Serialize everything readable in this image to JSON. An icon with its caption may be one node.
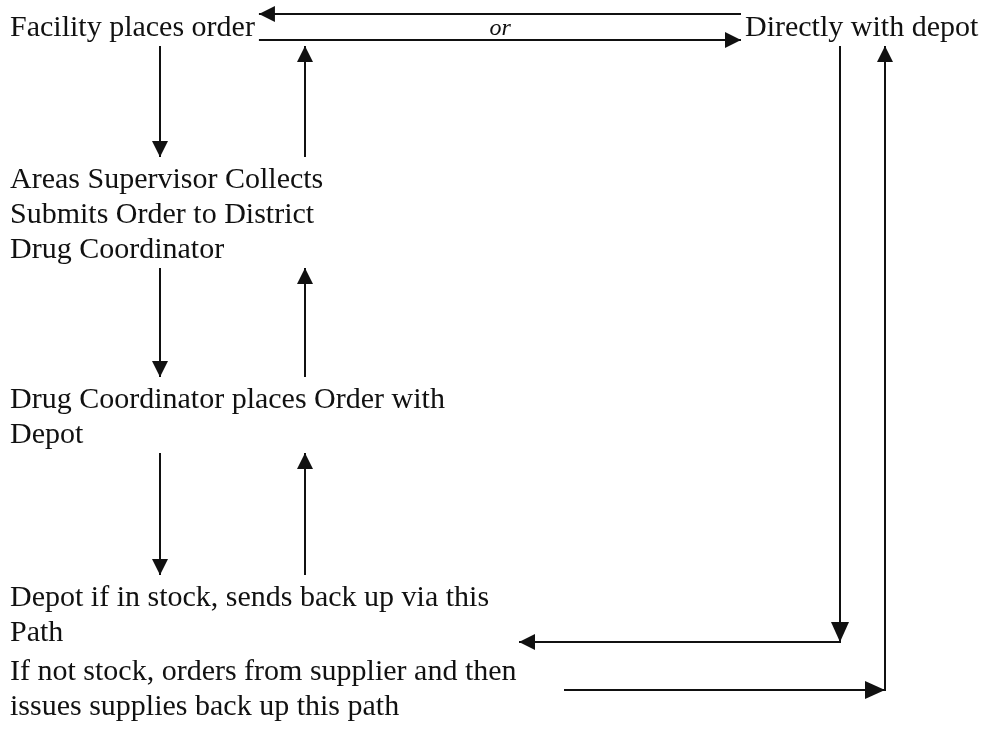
{
  "diagram": {
    "nodes": [
      {
        "text": [
          "Facility places order"
        ]
      },
      {
        "text": [
          "Directly with depot"
        ]
      },
      {
        "text": [
          "Areas Supervisor Collects Submits Order to District Drug Coordinator"
        ]
      },
      {
        "text": [
          "Drug Coordinator places Order with Depot"
        ]
      },
      {
        "text": [
          "Depot if in stock, sends back up via this Path"
        ]
      },
      {
        "text": [
          "If not stock, orders from supplier and then issues supplies back up this path"
        ]
      }
    ],
    "edges": [
      {
        "from": 1,
        "to": 0,
        "arrow": "to"
      },
      {
        "from": 0,
        "to": 1,
        "arrow": "to",
        "label": "or"
      },
      {
        "from": 0,
        "to": 2,
        "arrow": "to"
      },
      {
        "from": 2,
        "to": 0,
        "arrow": "to"
      },
      {
        "from": 2,
        "to": 3,
        "arrow": "to"
      },
      {
        "from": 3,
        "to": 2,
        "arrow": "to"
      },
      {
        "from": 3,
        "to": 4,
        "arrow": "to"
      },
      {
        "from": 4,
        "to": 3,
        "arrow": "to"
      },
      {
        "from": 1,
        "to": 4,
        "arrow": "to"
      },
      {
        "from": 5,
        "to": 1,
        "arrow": "to"
      }
    ]
  }
}
